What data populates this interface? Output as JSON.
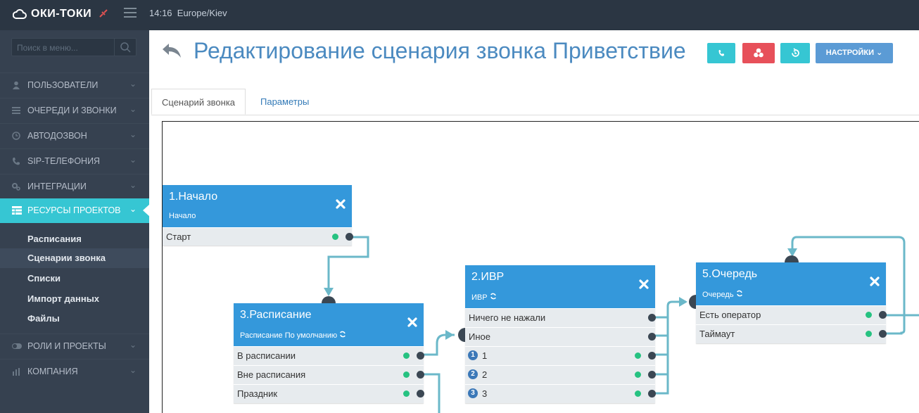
{
  "app": {
    "logo_text": "ОКИ-ТОКИ",
    "time": "14:16",
    "timezone": "Europe/Kiev"
  },
  "sidebar": {
    "search_placeholder": "Поиск в меню...",
    "items": [
      {
        "label": "ПОЛЬЗОВАТЕЛИ",
        "icon": "user-icon"
      },
      {
        "label": "ОЧЕРЕДИ И ЗВОНКИ",
        "icon": "list-icon"
      },
      {
        "label": "АВТОДОЗВОН",
        "icon": "clock-icon"
      },
      {
        "label": "SIP-ТЕЛЕФОНИЯ",
        "icon": "phone-icon"
      },
      {
        "label": "ИНТЕГРАЦИИ",
        "icon": "gears-icon"
      },
      {
        "label": "РЕСУРСЫ ПРОЕКТОВ",
        "icon": "table-icon",
        "active": true
      },
      {
        "label": "РОЛИ И ПРОЕКТЫ",
        "icon": "toggle-icon"
      },
      {
        "label": "КОМПАНИЯ",
        "icon": "bar-chart-icon"
      }
    ],
    "subitems": [
      "Расписания",
      "Сценарии звонка",
      "Списки",
      "Импорт данных",
      "Файлы"
    ]
  },
  "page": {
    "title": "Редактирование сценария звонка Приветствие",
    "settings_label": "НАСТРОЙКИ",
    "tabs": [
      "Сценарий звонка",
      "Параметры"
    ]
  },
  "nodes": [
    {
      "id": "start",
      "title": "1.Начало",
      "subtitle": "Начало",
      "rows": [
        "Старт"
      ]
    },
    {
      "id": "schedule",
      "title": "3.Расписание",
      "subtitle": "Расписание По умолчанию",
      "rows": [
        "В расписании",
        "Вне расписания",
        "Праздник"
      ]
    },
    {
      "id": "ivr",
      "title": "2.ИВР",
      "subtitle": "ИВР",
      "rows": [
        "Ничего не нажали",
        "Иное",
        "1",
        "2",
        "3"
      ]
    },
    {
      "id": "queue",
      "title": "5.Очередь",
      "subtitle": "Очередь",
      "rows": [
        "Есть оператор",
        "Таймаут"
      ]
    }
  ],
  "colors": {
    "topbar": "#2b3643",
    "sidebar": "#364150",
    "accent": "#36c6d3",
    "node_header": "#3498db",
    "link": "#6bb8c9"
  }
}
